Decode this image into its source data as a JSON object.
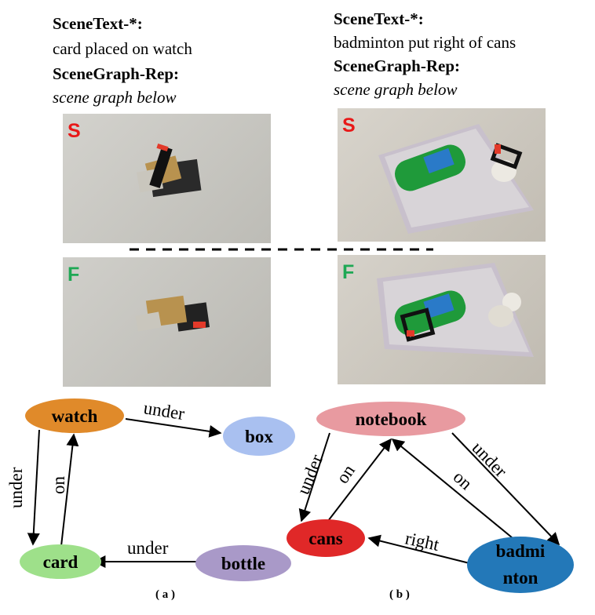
{
  "panel_a": {
    "scene_text_label": "SceneText-*:",
    "scene_text_value": "card placed on watch",
    "scene_graph_label": "SceneGraph-Rep:",
    "scene_graph_value": "scene graph below",
    "tag_s": "S",
    "tag_f": "F",
    "caption": "( a )",
    "nodes": {
      "watch": {
        "label": "watch",
        "color": "#e08a2a"
      },
      "box": {
        "label": "box",
        "color": "#a9c0f0"
      },
      "card": {
        "label": "card",
        "color": "#9ee08a"
      },
      "bottle": {
        "label": "bottle",
        "color": "#a999c8"
      }
    },
    "edges": {
      "watch_box": "under",
      "watch_card": "under",
      "card_watch": "on",
      "bottle_card": "under"
    }
  },
  "panel_b": {
    "scene_text_label": "SceneText-*:",
    "scene_text_value": "badminton put right of cans",
    "scene_graph_label": "SceneGraph-Rep:",
    "scene_graph_value": "scene graph below",
    "tag_s": "S",
    "tag_f": "F",
    "caption": "( b )",
    "nodes": {
      "notebook": {
        "label": "notebook",
        "color": "#e89aa0"
      },
      "cans": {
        "label": "cans",
        "color": "#e02828"
      },
      "badminton_line1": "badmi",
      "badminton_line2": "nton",
      "badminton_color": "#2378b8"
    },
    "edges": {
      "notebook_cans": "under",
      "cans_notebook": "on",
      "badminton_notebook": "on",
      "notebook_badminton": "under",
      "badminton_cans": "right"
    }
  },
  "colors": {
    "tag_s": "#e81818",
    "tag_f": "#1ea854"
  }
}
